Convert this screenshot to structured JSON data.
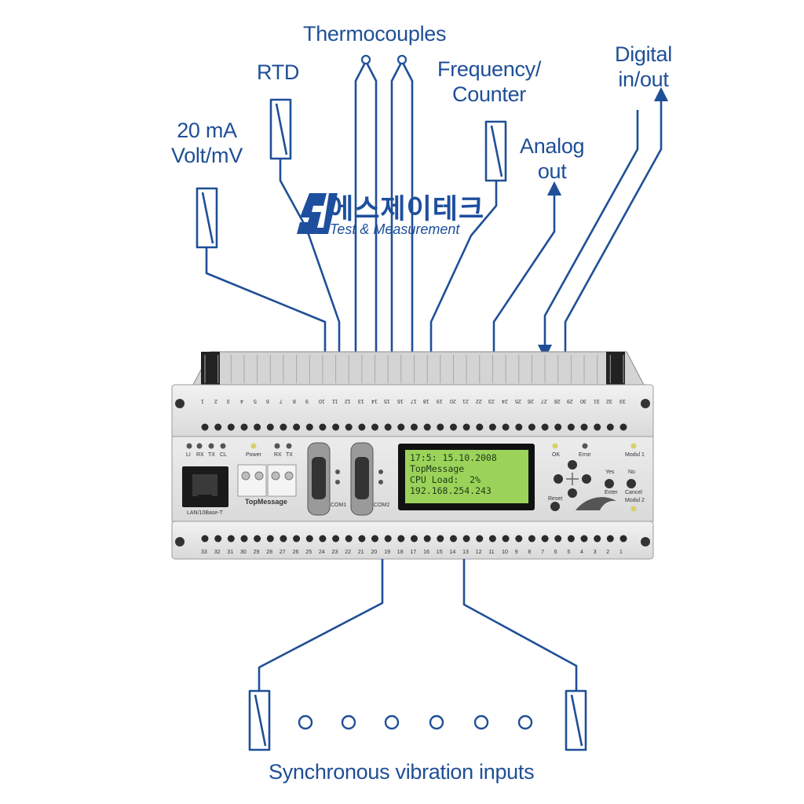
{
  "labels": {
    "thermocouples": "Thermocouples",
    "rtd": "RTD",
    "current_voltage_line1": "20 mA",
    "current_voltage_line2": "Volt/mV",
    "frequency_line1": "Frequency/",
    "frequency_line2": "Counter",
    "analog_line1": "Analog",
    "analog_line2": "out",
    "digital_line1": "Digital",
    "digital_line2": "in/out",
    "synchronous": "Synchronous vibration inputs"
  },
  "logo": {
    "mark": "SJ",
    "korean": "에스제이테크",
    "english": "Test & Measurement"
  },
  "device": {
    "lcd_line1": "17:5: 15.10.2008",
    "lcd_line2": "TopMessage",
    "lcd_line3": "CPU Load:  2%",
    "lcd_line4": "192.168.254.243",
    "brand_label": "TopMessage",
    "power_label": "Power",
    "lan_label": "LAN/10Base-T",
    "com1_label": "COM1",
    "com2_label": "COM2",
    "ok_label": "OK",
    "error_label": "Error",
    "reset_label": "Reset",
    "yes_label": "Yes",
    "no_label": "No",
    "enter_label": "Enter",
    "cancel_label": "Cancel",
    "modul1_label": "Modul 1",
    "modul2_label": "Modul 2",
    "led_labels": [
      "LI",
      "RX",
      "TX",
      "CL"
    ],
    "rxtx_labels": [
      "RX",
      "TX"
    ],
    "terminals_top": [
      "1",
      "2",
      "3",
      "4",
      "5",
      "6",
      "7",
      "8",
      "9",
      "10",
      "11",
      "12",
      "13",
      "14",
      "15",
      "16",
      "17",
      "18",
      "19",
      "20",
      "21",
      "22",
      "23",
      "24",
      "25",
      "26",
      "27",
      "28",
      "29",
      "30",
      "31",
      "32",
      "33"
    ],
    "terminals_bottom": [
      "33",
      "32",
      "31",
      "30",
      "29",
      "28",
      "27",
      "26",
      "25",
      "24",
      "23",
      "22",
      "21",
      "20",
      "19",
      "18",
      "17",
      "16",
      "15",
      "14",
      "13",
      "12",
      "11",
      "10",
      "9",
      "8",
      "7",
      "6",
      "5",
      "4",
      "3",
      "2",
      "1"
    ]
  },
  "colors": {
    "line_blue": "#1f4f97",
    "lcd_green": "#9bd35a",
    "housing_light": "#e6e6e6",
    "housing_mid": "#cfcfcf"
  }
}
